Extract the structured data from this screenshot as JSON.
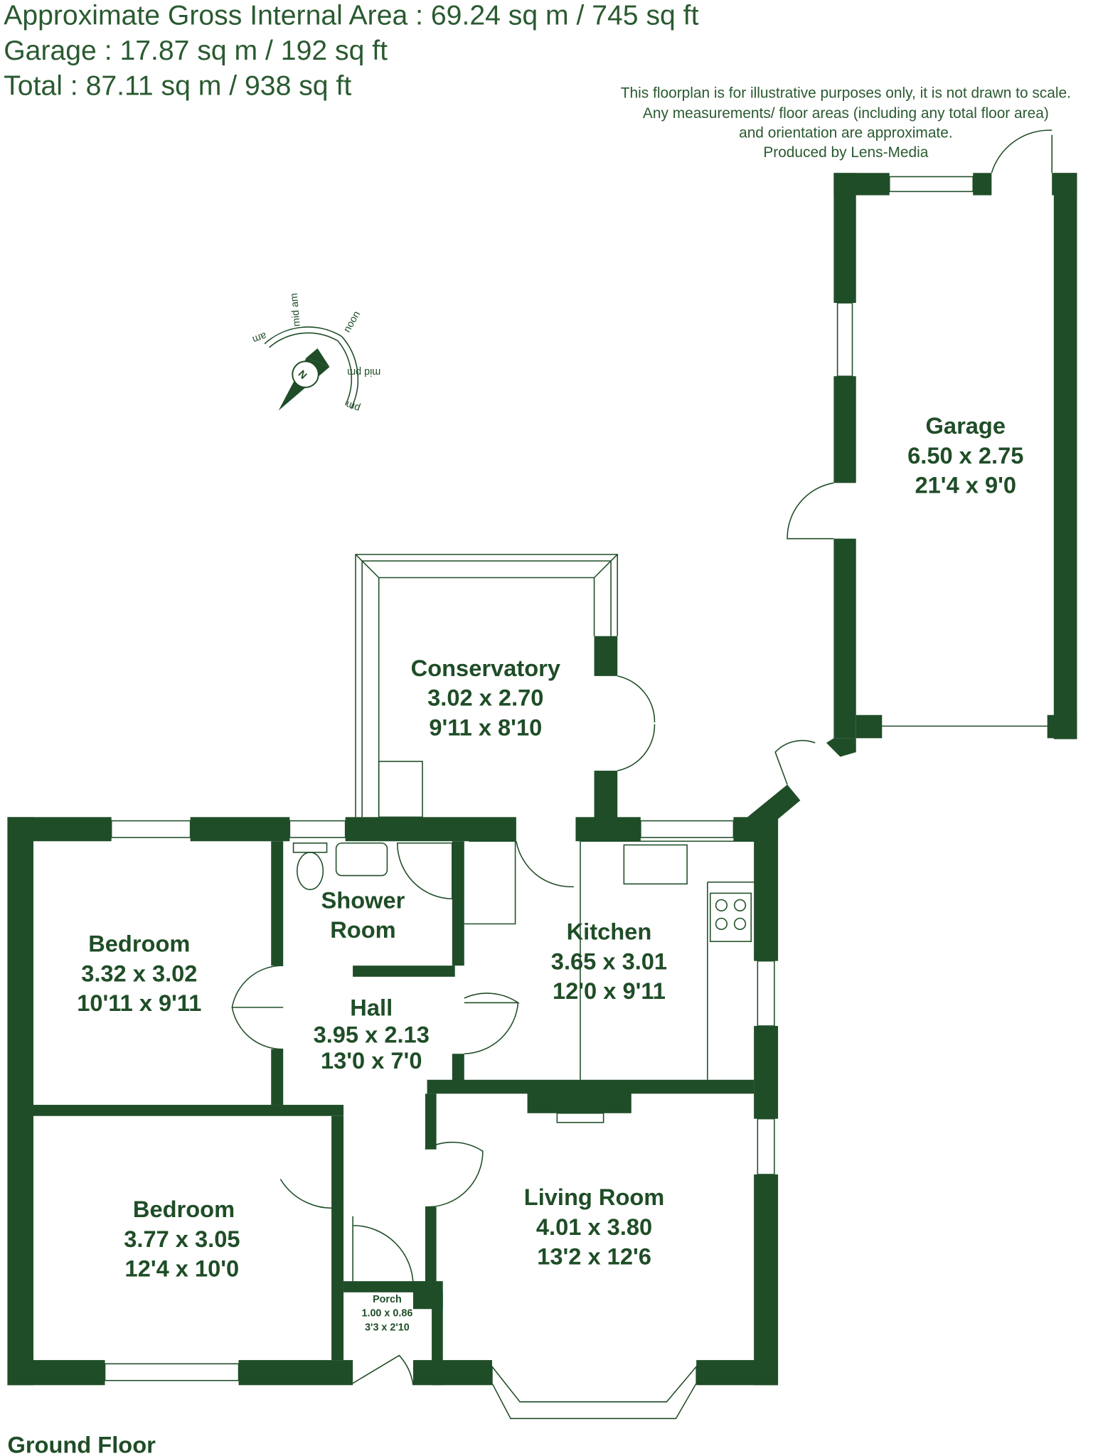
{
  "header": {
    "gross_area": "Approximate Gross Internal Area : 69.24 sq m / 745 sq ft",
    "garage_area": "Garage : 17.87 sq m / 192 sq ft",
    "total_area": "Total : 87.11 sq m / 938 sq ft"
  },
  "disclaimer": [
    "This floorplan is for illustrative purposes only, it is not drawn to scale.",
    "Any measurements/ floor areas (including any total floor area)",
    "and orientation are approximate.",
    "Produced by Lens-Media"
  ],
  "compass": {
    "north": "N",
    "labels": [
      "am",
      "mid am",
      "noon",
      "mid pm",
      "pm"
    ]
  },
  "rooms": {
    "garage": {
      "name": "Garage",
      "metric": "6.50 x 2.75",
      "imperial": "21'4 x 9'0"
    },
    "conservatory": {
      "name": "Conservatory",
      "metric": "3.02 x 2.70",
      "imperial": "9'11 x 8'10"
    },
    "shower": {
      "name1": "Shower",
      "name2": "Room"
    },
    "kitchen": {
      "name": "Kitchen",
      "metric": "3.65 x 3.01",
      "imperial": "12'0 x 9'11"
    },
    "bedroom1": {
      "name": "Bedroom",
      "metric": "3.32 x 3.02",
      "imperial": "10'11 x 9'11"
    },
    "hall": {
      "name": "Hall",
      "metric": "3.95 x 2.13",
      "imperial": "13'0 x 7'0"
    },
    "bedroom2": {
      "name": "Bedroom",
      "metric": "3.77 x 3.05",
      "imperial": "12'4 x 10'0"
    },
    "living": {
      "name": "Living Room",
      "metric": "4.01 x 3.80",
      "imperial": "13'2 x 12'6"
    },
    "porch": {
      "name": "Porch",
      "metric": "1.00 x 0.86",
      "imperial": "3'3 x 2'10"
    }
  },
  "floor_label": "Ground Floor",
  "colors": {
    "wall": "#1f4d27",
    "text": "#2a5a30"
  }
}
